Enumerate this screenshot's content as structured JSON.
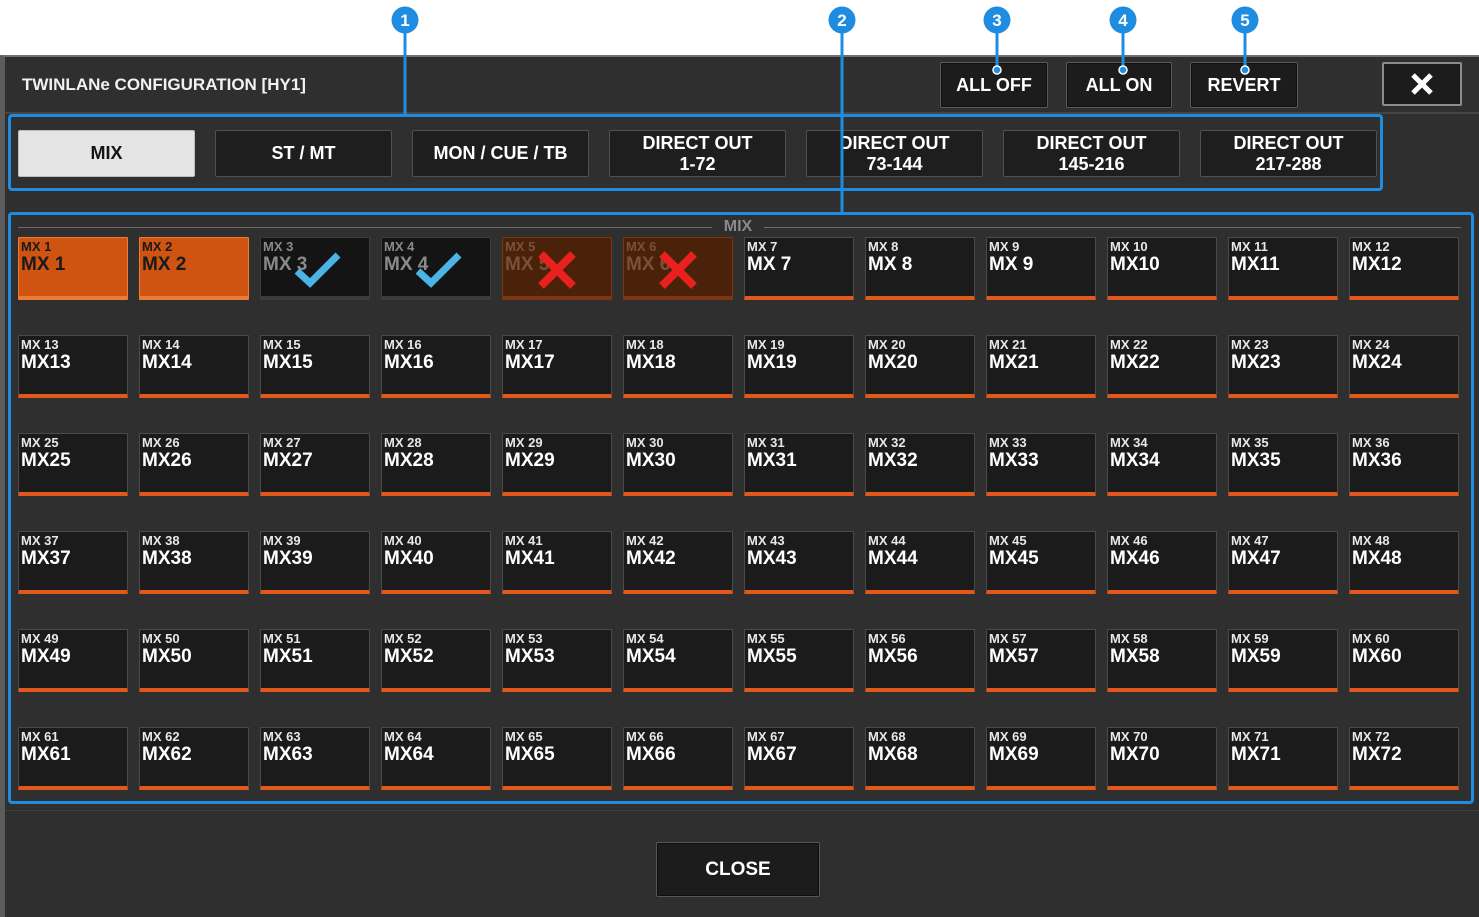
{
  "callouts": [
    "1",
    "2",
    "3",
    "4",
    "5"
  ],
  "window": {
    "title": "TWINLANe CONFIGURATION [HY1]",
    "all_off_label": "ALL OFF",
    "all_on_label": "ALL ON",
    "revert_label": "REVERT",
    "close_icon": "close-icon"
  },
  "tabs": [
    {
      "label": "MIX",
      "selected": true
    },
    {
      "label": "ST / MT",
      "selected": false
    },
    {
      "label": "MON / CUE / TB",
      "selected": false
    },
    {
      "label": "DIRECT OUT",
      "sublabel": "1-72",
      "selected": false
    },
    {
      "label": "DIRECT OUT",
      "sublabel": "73-144",
      "selected": false
    },
    {
      "label": "DIRECT OUT",
      "sublabel": "145-216",
      "selected": false
    },
    {
      "label": "DIRECT OUT",
      "sublabel": "217-288",
      "selected": false
    }
  ],
  "grid": {
    "title": "MIX",
    "cells": [
      {
        "label": "MX 1",
        "name": "MX 1",
        "active": true
      },
      {
        "label": "MX 2",
        "name": "MX 2",
        "active": true
      },
      {
        "label": "MX 3",
        "name": "MX 3",
        "mark": "check-icon"
      },
      {
        "label": "MX 4",
        "name": "MX 4",
        "mark": "check-icon"
      },
      {
        "label": "MX 5",
        "name": "MX 5",
        "mark": "cross-icon"
      },
      {
        "label": "MX 6",
        "name": "MX 6",
        "mark": "cross-icon"
      },
      {
        "label": "MX 7",
        "name": "MX 7"
      },
      {
        "label": "MX 8",
        "name": "MX 8"
      },
      {
        "label": "MX 9",
        "name": "MX 9"
      },
      {
        "label": "MX 10",
        "name": "MX10"
      },
      {
        "label": "MX 11",
        "name": "MX11"
      },
      {
        "label": "MX 12",
        "name": "MX12"
      },
      {
        "label": "MX 13",
        "name": "MX13"
      },
      {
        "label": "MX 14",
        "name": "MX14"
      },
      {
        "label": "MX 15",
        "name": "MX15"
      },
      {
        "label": "MX 16",
        "name": "MX16"
      },
      {
        "label": "MX 17",
        "name": "MX17"
      },
      {
        "label": "MX 18",
        "name": "MX18"
      },
      {
        "label": "MX 19",
        "name": "MX19"
      },
      {
        "label": "MX 20",
        "name": "MX20"
      },
      {
        "label": "MX 21",
        "name": "MX21"
      },
      {
        "label": "MX 22",
        "name": "MX22"
      },
      {
        "label": "MX 23",
        "name": "MX23"
      },
      {
        "label": "MX 24",
        "name": "MX24"
      },
      {
        "label": "MX 25",
        "name": "MX25"
      },
      {
        "label": "MX 26",
        "name": "MX26"
      },
      {
        "label": "MX 27",
        "name": "MX27"
      },
      {
        "label": "MX 28",
        "name": "MX28"
      },
      {
        "label": "MX 29",
        "name": "MX29"
      },
      {
        "label": "MX 30",
        "name": "MX30"
      },
      {
        "label": "MX 31",
        "name": "MX31"
      },
      {
        "label": "MX 32",
        "name": "MX32"
      },
      {
        "label": "MX 33",
        "name": "MX33"
      },
      {
        "label": "MX 34",
        "name": "MX34"
      },
      {
        "label": "MX 35",
        "name": "MX35"
      },
      {
        "label": "MX 36",
        "name": "MX36"
      },
      {
        "label": "MX 37",
        "name": "MX37"
      },
      {
        "label": "MX 38",
        "name": "MX38"
      },
      {
        "label": "MX 39",
        "name": "MX39"
      },
      {
        "label": "MX 40",
        "name": "MX40"
      },
      {
        "label": "MX 41",
        "name": "MX41"
      },
      {
        "label": "MX 42",
        "name": "MX42"
      },
      {
        "label": "MX 43",
        "name": "MX43"
      },
      {
        "label": "MX 44",
        "name": "MX44"
      },
      {
        "label": "MX 45",
        "name": "MX45"
      },
      {
        "label": "MX 46",
        "name": "MX46"
      },
      {
        "label": "MX 47",
        "name": "MX47"
      },
      {
        "label": "MX 48",
        "name": "MX48"
      },
      {
        "label": "MX 49",
        "name": "MX49"
      },
      {
        "label": "MX 50",
        "name": "MX50"
      },
      {
        "label": "MX 51",
        "name": "MX51"
      },
      {
        "label": "MX 52",
        "name": "MX52"
      },
      {
        "label": "MX 53",
        "name": "MX53"
      },
      {
        "label": "MX 54",
        "name": "MX54"
      },
      {
        "label": "MX 55",
        "name": "MX55"
      },
      {
        "label": "MX 56",
        "name": "MX56"
      },
      {
        "label": "MX 57",
        "name": "MX57"
      },
      {
        "label": "MX 58",
        "name": "MX58"
      },
      {
        "label": "MX 59",
        "name": "MX59"
      },
      {
        "label": "MX 60",
        "name": "MX60"
      },
      {
        "label": "MX 61",
        "name": "MX61"
      },
      {
        "label": "MX 62",
        "name": "MX62"
      },
      {
        "label": "MX 63",
        "name": "MX63"
      },
      {
        "label": "MX 64",
        "name": "MX64"
      },
      {
        "label": "MX 65",
        "name": "MX65"
      },
      {
        "label": "MX 66",
        "name": "MX66"
      },
      {
        "label": "MX 67",
        "name": "MX67"
      },
      {
        "label": "MX 68",
        "name": "MX68"
      },
      {
        "label": "MX 69",
        "name": "MX69"
      },
      {
        "label": "MX 70",
        "name": "MX70"
      },
      {
        "label": "MX 71",
        "name": "MX71"
      },
      {
        "label": "MX 72",
        "name": "MX72"
      }
    ]
  },
  "footer": {
    "close_label": "CLOSE"
  },
  "colors": {
    "callout": "#1e8ce0",
    "panel_bg": "#2f2f2f",
    "button_bg": "#1c1c1c",
    "orange": "#e2581b",
    "active_fill": "#cf5411",
    "crossed_fill": "#4a220a",
    "check": "#4ab4e6",
    "cross": "#e8201e",
    "selected_tab": "#e4e4e4"
  }
}
